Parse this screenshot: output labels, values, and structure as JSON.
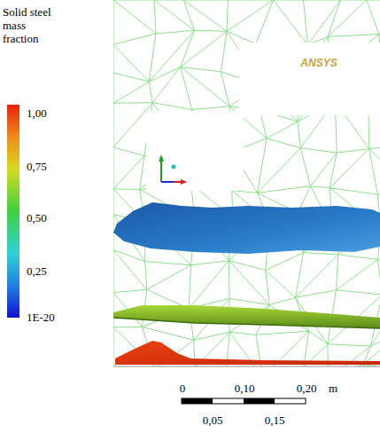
{
  "diagram": {
    "title": "Solid steel mass fraction",
    "labels": [
      "1,00",
      "0,75",
      "0,50",
      "0,25",
      "1E-20",
      "ANSYS",
      "0",
      "0,10",
      "0,20",
      "m",
      "0,05",
      "0,15"
    ]
  }
}
